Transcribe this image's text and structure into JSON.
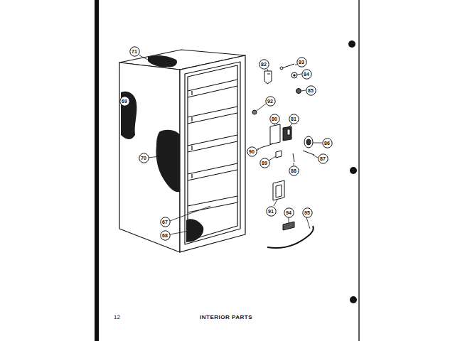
{
  "diagram": {
    "caption": "INTERIOR PARTS",
    "nodes": [
      {
        "text": [
          "71"
        ]
      },
      {
        "text": [
          "83"
        ]
      },
      {
        "text": [
          "82"
        ]
      },
      {
        "text": [
          "84"
        ]
      },
      {
        "text": [
          "69"
        ]
      },
      {
        "text": [
          "85"
        ]
      },
      {
        "text": [
          "92"
        ]
      },
      {
        "text": [
          "80"
        ]
      },
      {
        "text": [
          "81"
        ]
      },
      {
        "text": [
          "86"
        ]
      },
      {
        "text": [
          "90"
        ]
      },
      {
        "text": [
          "70"
        ]
      },
      {
        "text": [
          "87"
        ]
      },
      {
        "text": [
          "89"
        ]
      },
      {
        "text": [
          "88"
        ]
      },
      {
        "text": [
          "91"
        ]
      },
      {
        "text": [
          "94"
        ]
      },
      {
        "text": [
          "95"
        ]
      },
      {
        "text": [
          "67"
        ]
      },
      {
        "text": [
          "68"
        ]
      }
    ],
    "edges": [],
    "labels": [
      "12"
    ]
  }
}
